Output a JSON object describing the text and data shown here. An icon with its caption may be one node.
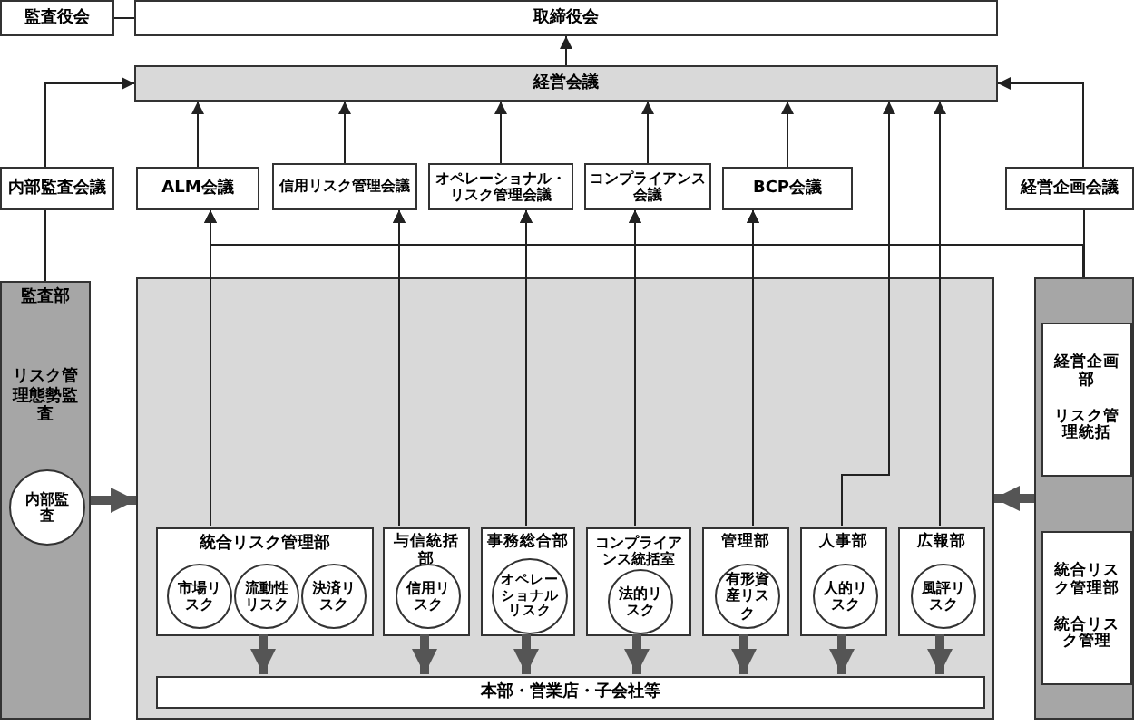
{
  "diagram": {
    "nodes": [
      {
        "text": [
          "監査役会"
        ]
      },
      {
        "text": [
          "取締役会"
        ]
      },
      {
        "text": [
          "経営会議"
        ]
      },
      {
        "text": [
          "内部監査会議"
        ]
      },
      {
        "text": [
          "ALM会議"
        ]
      },
      {
        "text": [
          "信用リスク管理会議"
        ]
      },
      {
        "text": [
          "オペレーショナル・リスク管理会議"
        ]
      },
      {
        "text": [
          "コンプライアンス会議"
        ]
      },
      {
        "text": [
          "BCP会議"
        ]
      },
      {
        "text": [
          "経営企画会議"
        ]
      },
      {
        "text": [
          "監査部",
          "リスク管理態勢監査"
        ]
      },
      {
        "text": [
          "内部監査"
        ],
        "in": 10
      },
      {
        "text": [],
        "shape": "box"
      },
      {
        "text": [
          "統合リスク管理部"
        ],
        "in": 12
      },
      {
        "text": [
          "市場リスク"
        ],
        "in": 13
      },
      {
        "text": [
          "流動性リスク"
        ],
        "in": 13
      },
      {
        "text": [
          "決済リスク"
        ],
        "in": 13
      },
      {
        "text": [
          "与信統括部"
        ],
        "in": 12
      },
      {
        "text": [
          "信用リスク"
        ],
        "in": 17
      },
      {
        "text": [
          "事務総合部"
        ],
        "in": 12
      },
      {
        "text": [
          "オペレーショナルリスク"
        ],
        "in": 19
      },
      {
        "text": [
          "コンプライアンス統括室"
        ],
        "in": 12
      },
      {
        "text": [
          "法的リスク"
        ],
        "in": 21
      },
      {
        "text": [
          "管理部"
        ],
        "in": 12
      },
      {
        "text": [
          "有形資産リスク"
        ],
        "in": 23
      },
      {
        "text": [
          "人事部"
        ],
        "in": 12
      },
      {
        "text": [
          "人的リスク"
        ],
        "in": 25
      },
      {
        "text": [
          "広報部"
        ],
        "in": 12
      },
      {
        "text": [
          "風評リスク"
        ],
        "in": 27
      },
      {
        "text": [
          "本部・営業店・子会社等"
        ],
        "in": 12
      },
      {
        "text": [],
        "shape": "box"
      },
      {
        "text": [
          "経営企画部",
          "リスク管理統括"
        ],
        "in": 30
      },
      {
        "text": [
          "統合リスク管理部",
          "統合リスク管理"
        ],
        "in": 30
      }
    ],
    "edges": [
      {
        "from": 0,
        "to": 1,
        "arrow": "none"
      },
      {
        "from": 2,
        "to": 1,
        "arrow": "to"
      },
      {
        "from": 3,
        "to": 2,
        "arrow": "to"
      },
      {
        "from": 4,
        "to": 2,
        "arrow": "to"
      },
      {
        "from": 5,
        "to": 2,
        "arrow": "to"
      },
      {
        "from": 6,
        "to": 2,
        "arrow": "to"
      },
      {
        "from": 7,
        "to": 2,
        "arrow": "to"
      },
      {
        "from": 8,
        "to": 2,
        "arrow": "to"
      },
      {
        "from": 9,
        "to": 2,
        "arrow": "to"
      },
      {
        "from": 3,
        "to": 10,
        "arrow": "none"
      },
      {
        "from": 9,
        "to": 30,
        "arrow": "none"
      },
      {
        "from": 30,
        "to": 4,
        "arrow": "to"
      },
      {
        "from": 30,
        "to": 5,
        "arrow": "to"
      },
      {
        "from": 30,
        "to": 6,
        "arrow": "to"
      },
      {
        "from": 30,
        "to": 7,
        "arrow": "to"
      },
      {
        "from": 30,
        "to": 8,
        "arrow": "to"
      },
      {
        "from": 13,
        "to": 4,
        "arrow": "to"
      },
      {
        "from": 17,
        "to": 5,
        "arrow": "to"
      },
      {
        "from": 19,
        "to": 6,
        "arrow": "to"
      },
      {
        "from": 21,
        "to": 7,
        "arrow": "to"
      },
      {
        "from": 23,
        "to": 8,
        "arrow": "to"
      },
      {
        "from": 25,
        "to": 2,
        "arrow": "to"
      },
      {
        "from": 27,
        "to": 2,
        "arrow": "to"
      },
      {
        "from": 13,
        "to": 29,
        "arrow": "to",
        "style": "thick"
      },
      {
        "from": 17,
        "to": 29,
        "arrow": "to",
        "style": "thick"
      },
      {
        "from": 19,
        "to": 29,
        "arrow": "to",
        "style": "thick"
      },
      {
        "from": 21,
        "to": 29,
        "arrow": "to",
        "style": "thick"
      },
      {
        "from": 23,
        "to": 29,
        "arrow": "to",
        "style": "thick"
      },
      {
        "from": 25,
        "to": 29,
        "arrow": "to",
        "style": "thick"
      },
      {
        "from": 27,
        "to": 29,
        "arrow": "to",
        "style": "thick"
      },
      {
        "from": 10,
        "to": 12,
        "arrow": "to",
        "style": "thick"
      },
      {
        "from": 30,
        "to": 12,
        "arrow": "to",
        "style": "thick"
      }
    ]
  }
}
